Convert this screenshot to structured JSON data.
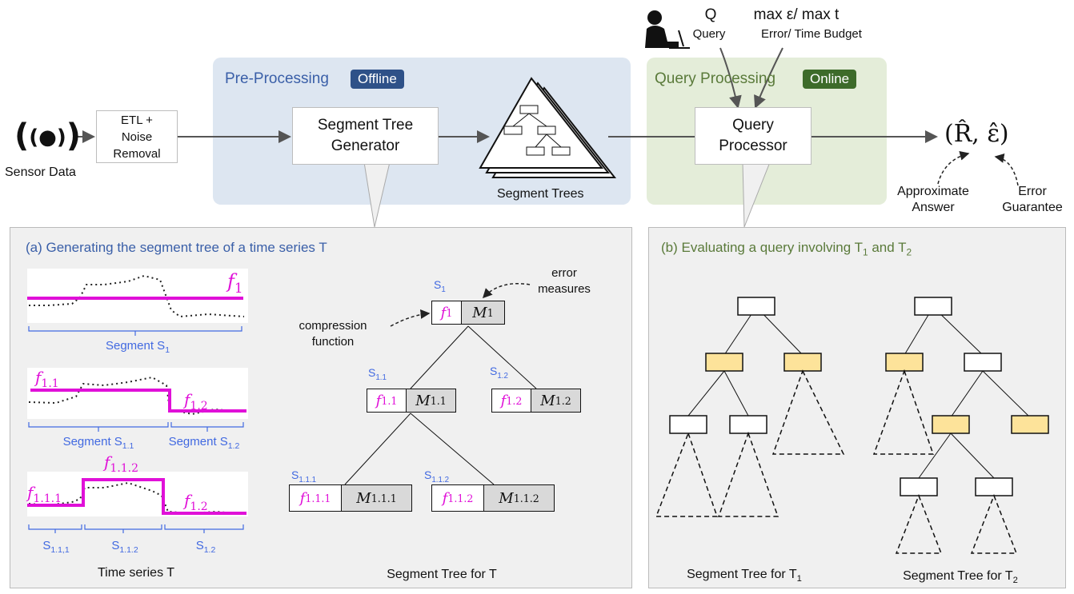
{
  "top": {
    "sensor_label": "Sensor Data",
    "etl_label": "ETL + Noise Removal",
    "preprocessing_title": "Pre-Processing",
    "offline_badge": "Offline",
    "generator_label": "Segment Tree Generator",
    "segment_trees_label": "Segment Trees",
    "query_processing_title": "Query Processing",
    "online_badge": "Online",
    "processor_label": "Query Processor",
    "q_symbol": "Q",
    "q_label": "Query",
    "budget_symbol": "max ε/ max t",
    "budget_label": "Error/ Time Budget",
    "output_symbol": "(R̂, ε̂)",
    "approx_label": "Approximate Answer",
    "error_guarantee_label": "Error Guarantee"
  },
  "panel_a": {
    "title": "(a) Generating the segment tree of a time series T",
    "plot1_f": "f",
    "plot1_f_sub": "1",
    "plot1_segment": "Segment S",
    "plot1_segment_sub": "1",
    "plot2_f_left": "f",
    "plot2_f_left_sub": "1.1",
    "plot2_f_right": "f",
    "plot2_f_right_sub": "1.2",
    "plot2_seg_left": "Segment S",
    "plot2_seg_left_sub": "1.1",
    "plot2_seg_right": "Segment S",
    "plot2_seg_right_sub": "1.2",
    "plot3_f1": "f",
    "plot3_f1_sub": "1.1.1",
    "plot3_f2": "f",
    "plot3_f2_sub": "1.1.2",
    "plot3_f3": "f",
    "plot3_f3_sub": "1.2",
    "plot3_s1": "S",
    "plot3_s1_sub": "1.1,1",
    "plot3_s2": "S",
    "plot3_s2_sub": "1.1.2",
    "plot3_s3": "S",
    "plot3_s3_sub": "1.2",
    "timeseries_caption": "Time series T",
    "tree_caption": "Segment Tree for T",
    "error_measures": "error measures",
    "compression_function": "compression function",
    "nodes": [
      {
        "s": "S",
        "s_sub": "1",
        "f": "f",
        "f_sub": "1",
        "m": "M",
        "m_sub": "1"
      },
      {
        "s": "S",
        "s_sub": "1.1",
        "f": "f",
        "f_sub": "1.1",
        "m": "M",
        "m_sub": "1.1"
      },
      {
        "s": "S",
        "s_sub": "1.2",
        "f": "f",
        "f_sub": "1.2",
        "m": "M",
        "m_sub": "1.2"
      },
      {
        "s": "S",
        "s_sub": "1.1.1",
        "f": "f",
        "f_sub": "1.1.1",
        "m": "M",
        "m_sub": "1.1.1"
      },
      {
        "s": "S",
        "s_sub": "1.1.2",
        "f": "f",
        "f_sub": "1.1.2",
        "m": "M",
        "m_sub": "1.1.2"
      }
    ]
  },
  "panel_b": {
    "title": "(b) Evaluating a query involving T",
    "title_sub1": "1",
    "title_and": " and T",
    "title_sub2": "2",
    "caption1": "Segment Tree for T",
    "caption1_sub": "1",
    "caption2": "Segment Tree for T",
    "caption2_sub": "2"
  },
  "colors": {
    "preprocessing_bg": "#dde6f1",
    "query_bg": "#e4edd9",
    "offline_badge": "#2e5188",
    "online_badge": "#3d6b2a",
    "panel_bg": "#f0f0f0",
    "highlight_node": "#fde39a",
    "function_magenta": "#e010d8",
    "segment_blue": "#4169e1"
  }
}
